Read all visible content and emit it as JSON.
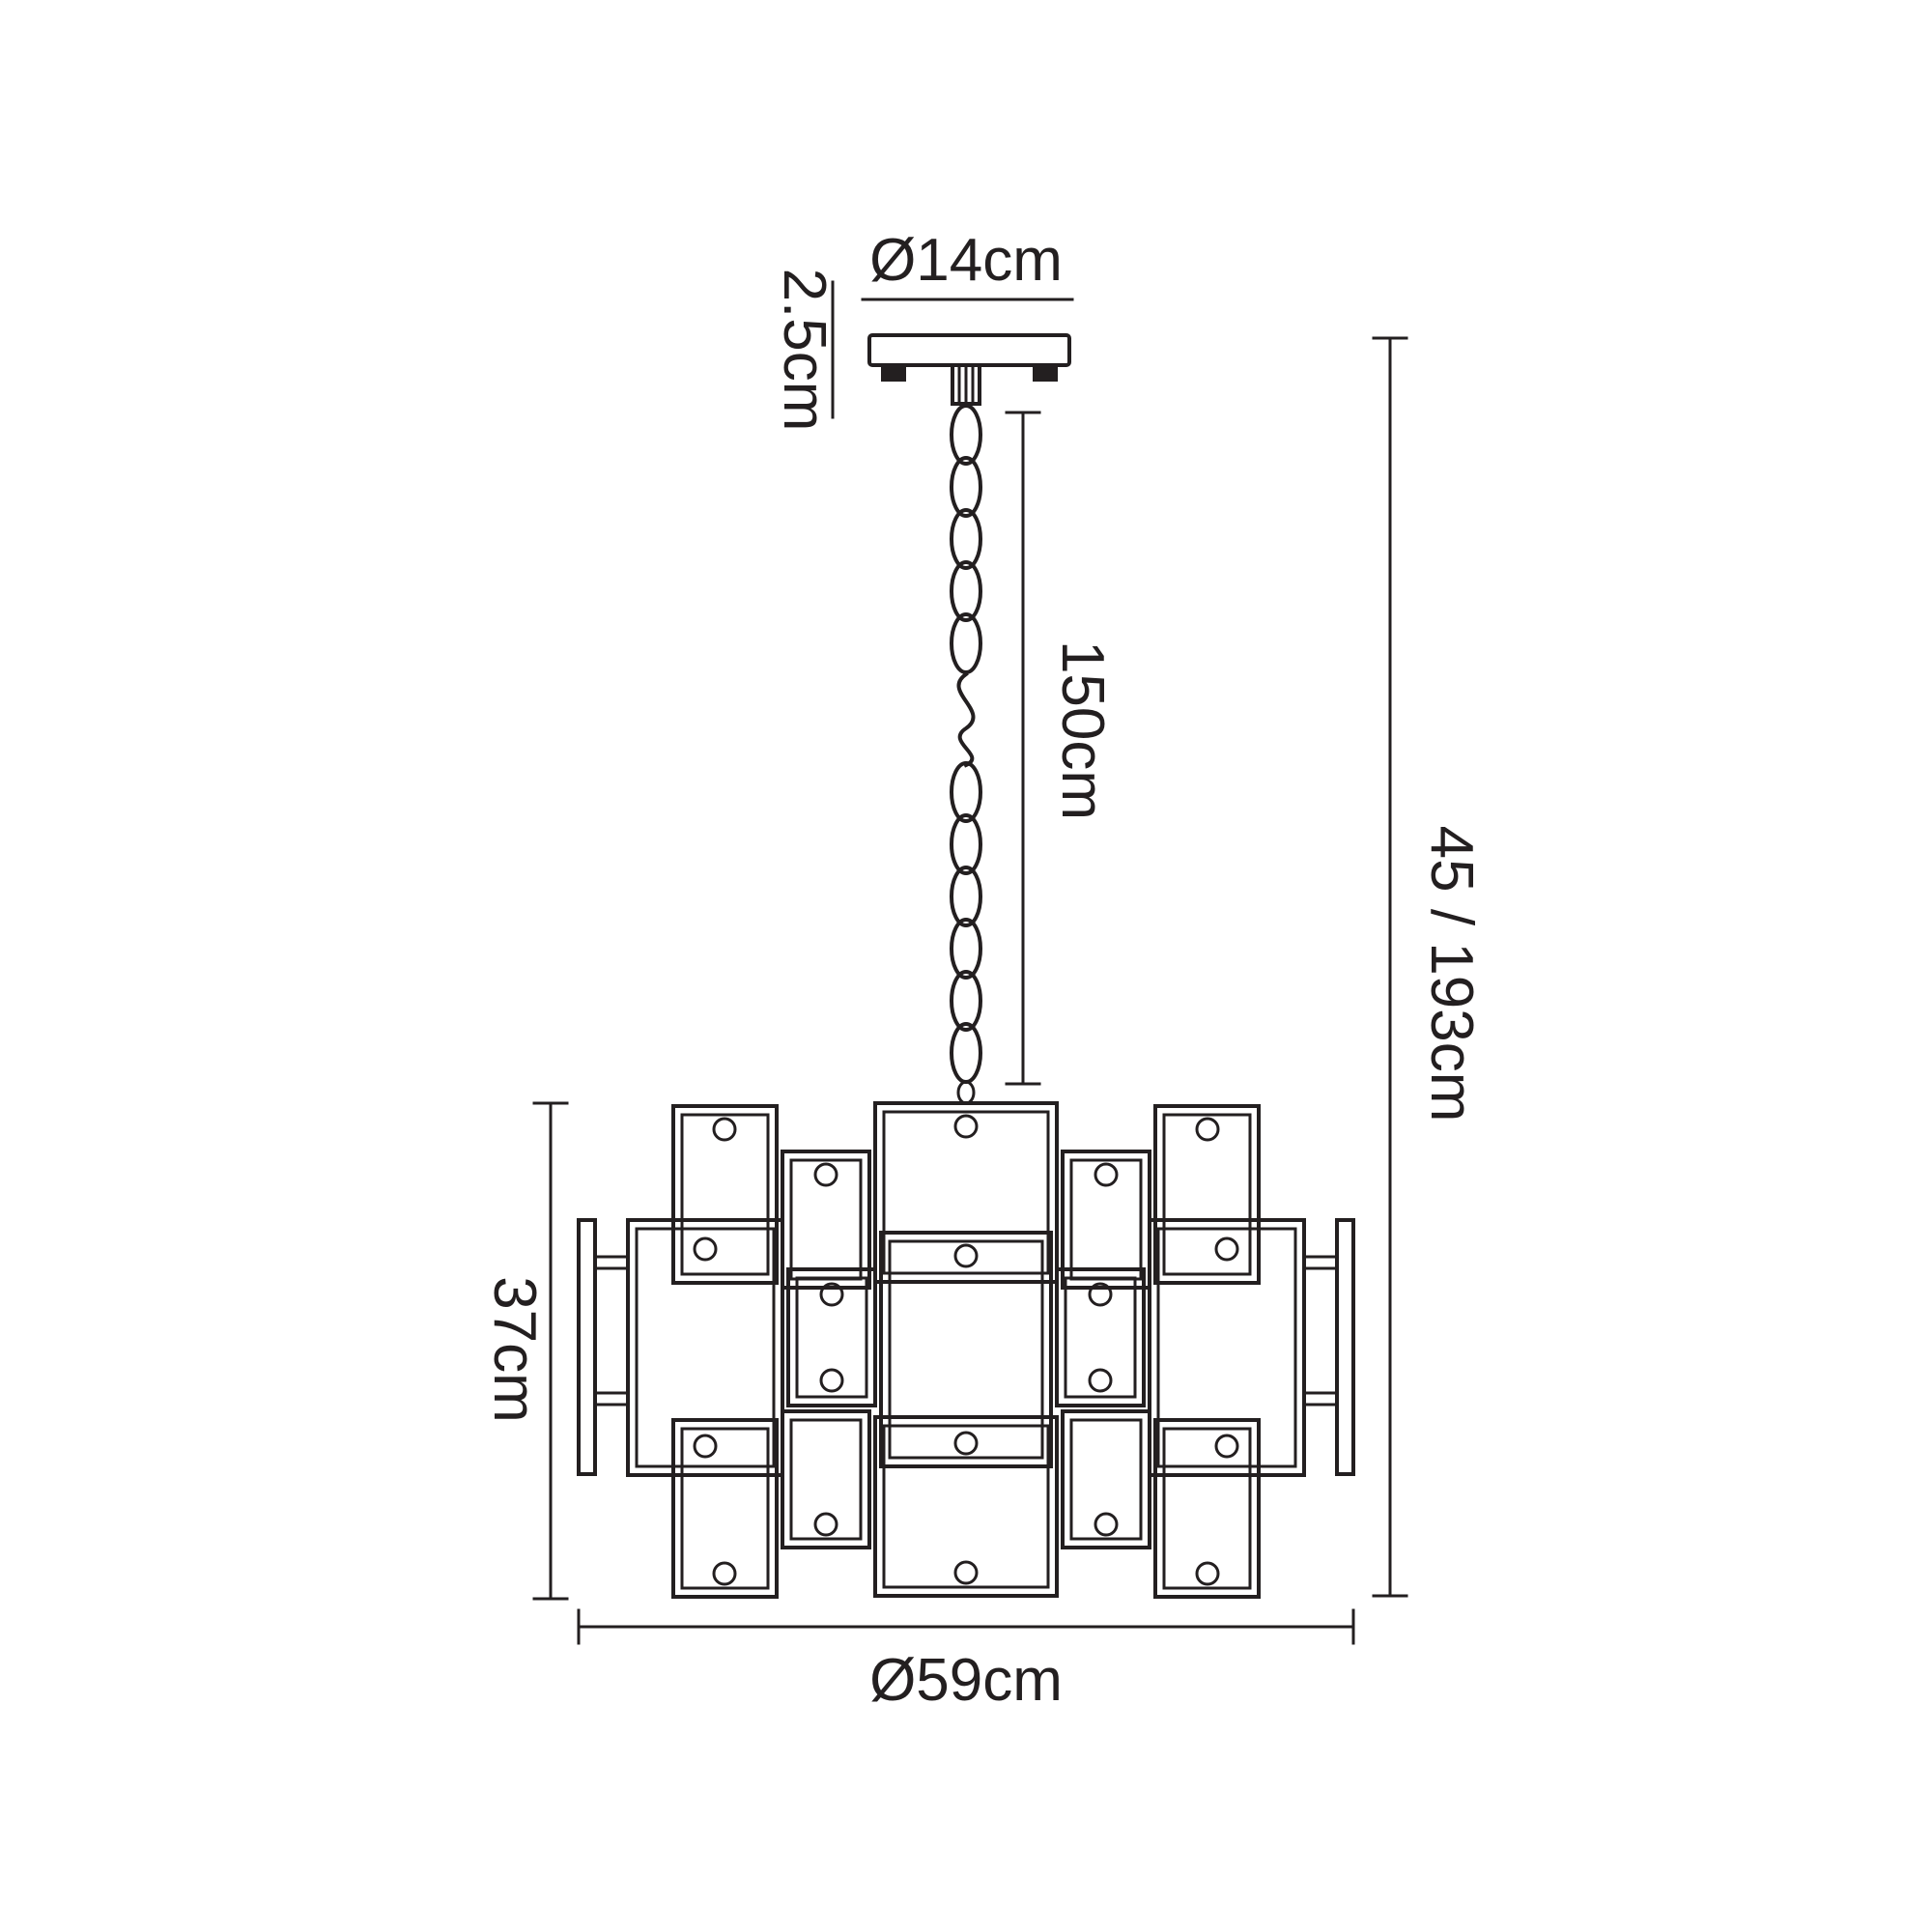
{
  "diagram": {
    "labels": {
      "canopy_diameter": "Ø14cm",
      "canopy_height": "2.5cm",
      "chain_length": "150cm",
      "overall_height": "45 / 193cm",
      "shade_height": "37cm",
      "shade_diameter": "Ø59cm"
    },
    "colors": {
      "line": "#231f20",
      "background": "#ffffff"
    }
  }
}
